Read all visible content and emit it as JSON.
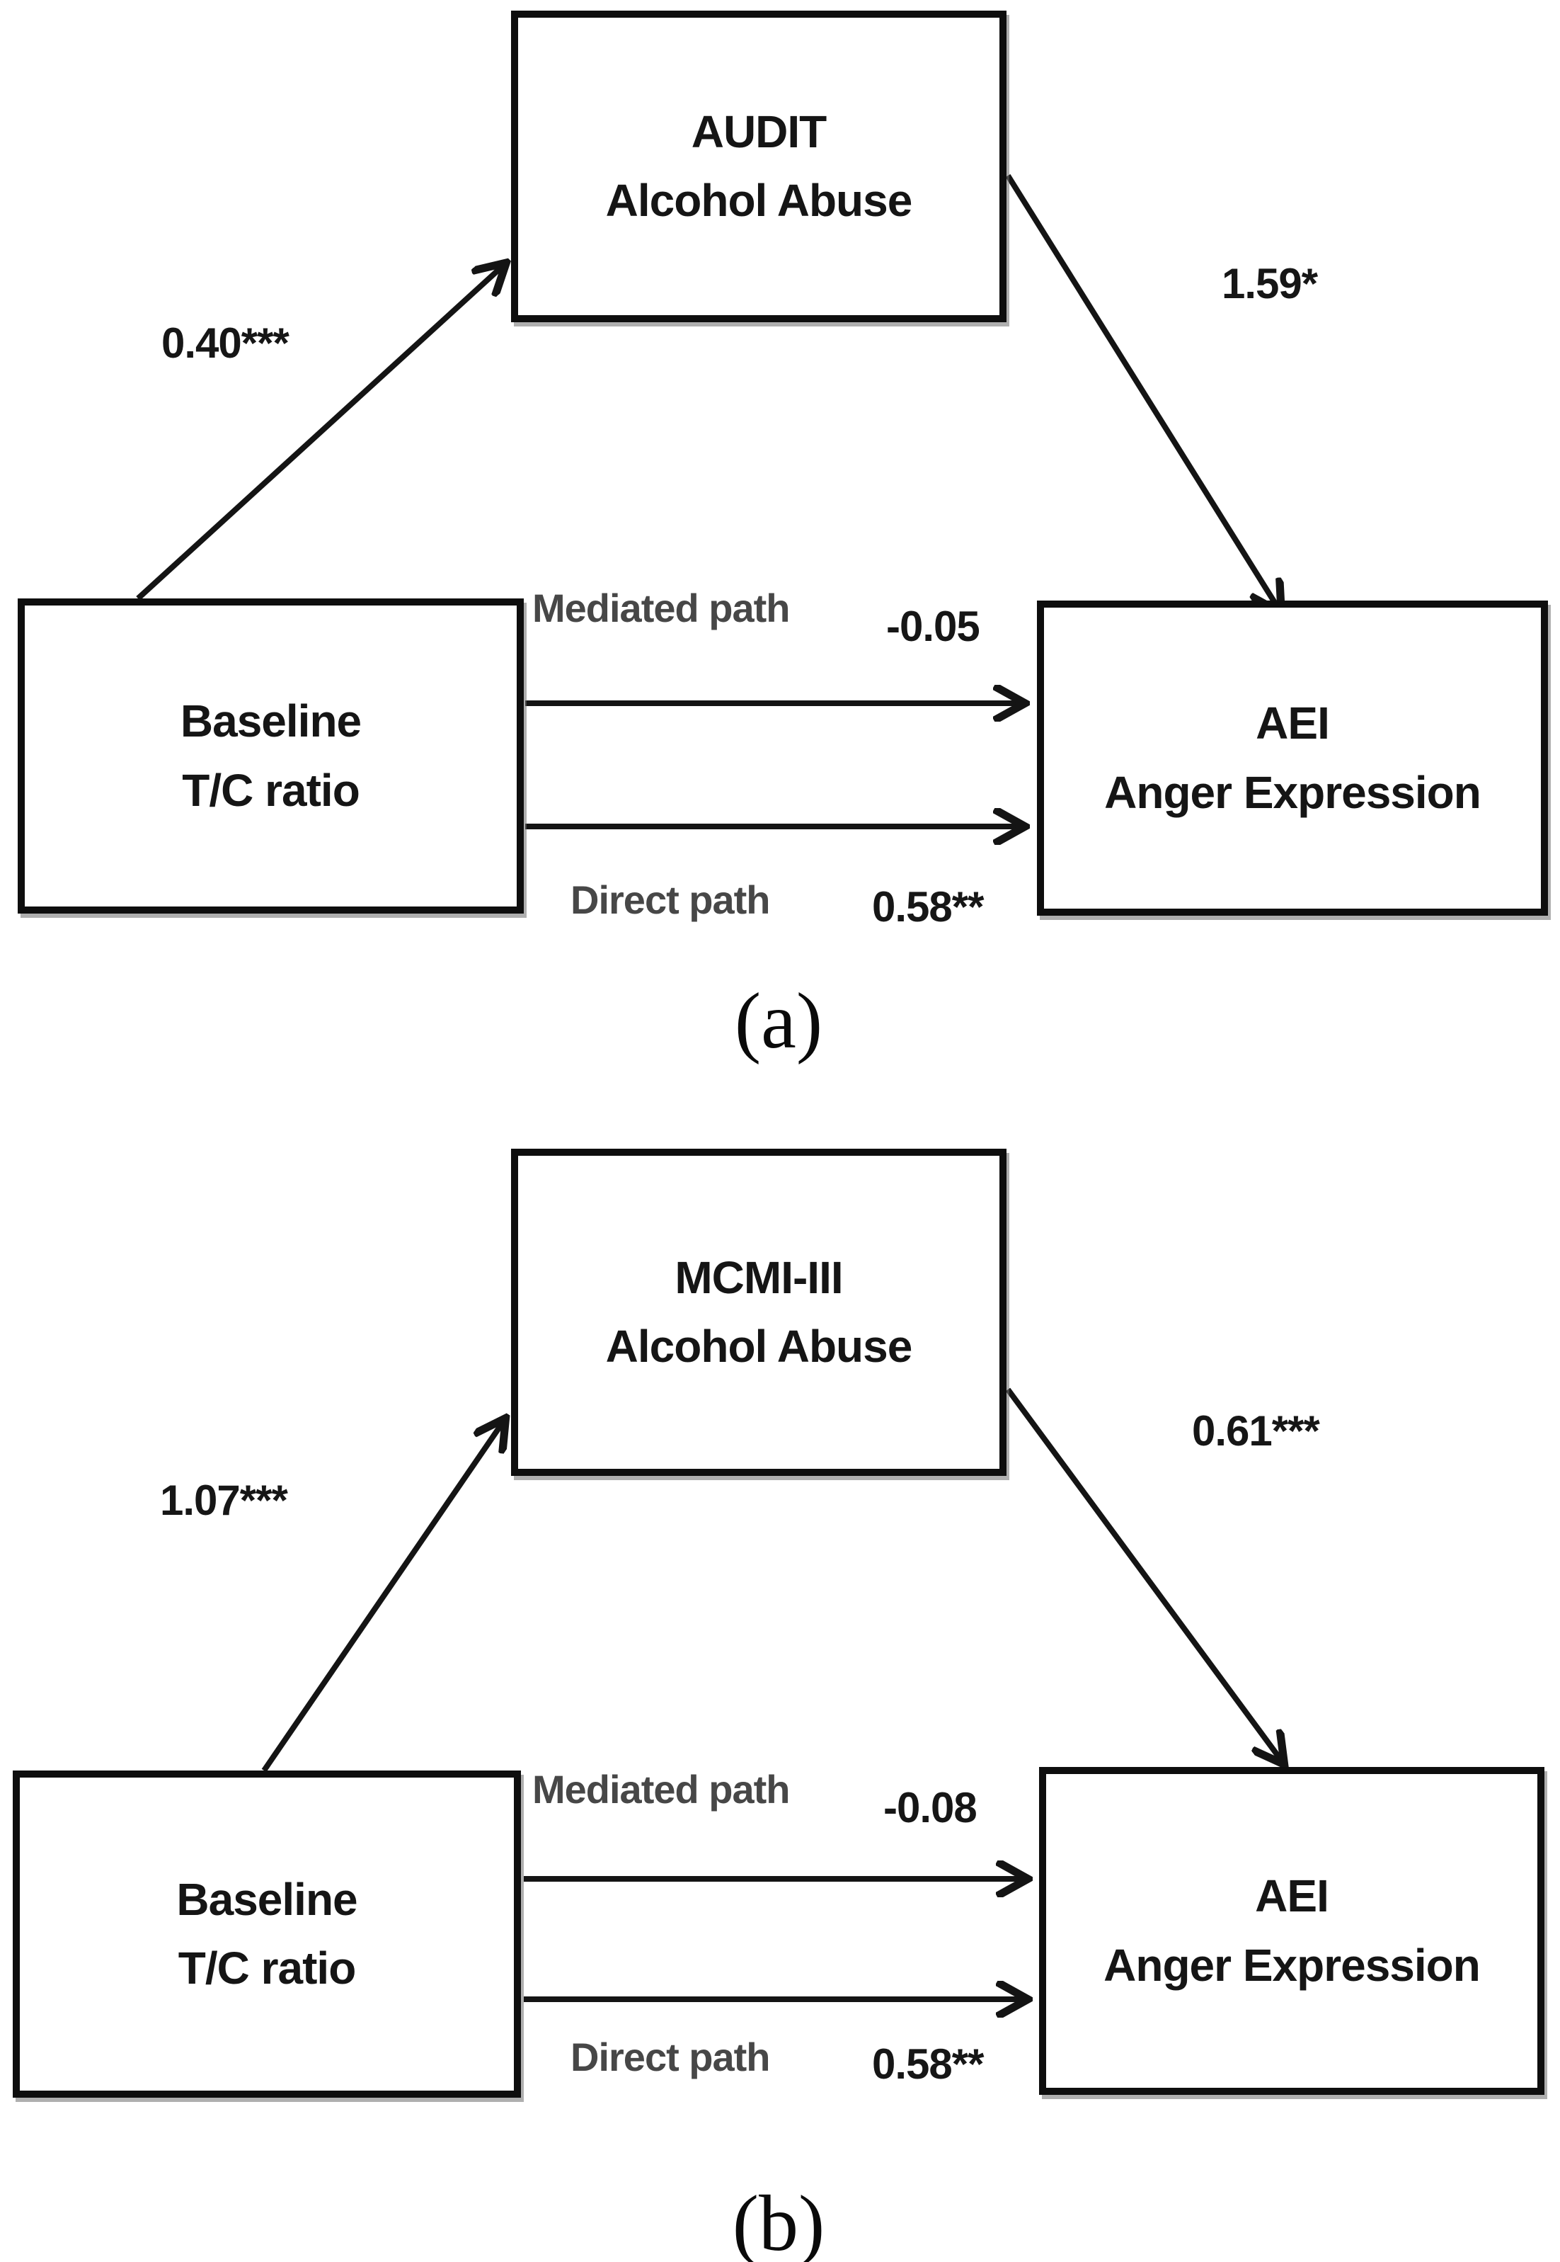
{
  "figure": {
    "panels": [
      {
        "caption": "(a)",
        "mediator": {
          "line1": "AUDIT",
          "line2": "Alcohol Abuse"
        },
        "predictor": {
          "line1": "Baseline",
          "line2": "T/C ratio"
        },
        "outcome": {
          "line1": "AEI",
          "line2": "Anger Expression"
        },
        "path_to_mediator_coef": "0.40***",
        "path_from_mediator_coef": "1.59*",
        "mediated_path_label": "Mediated path",
        "mediated_path_coef": "-0.05",
        "direct_path_label": "Direct path",
        "direct_path_coef": "0.58**"
      },
      {
        "caption": "(b)",
        "mediator": {
          "line1": "MCMI-III",
          "line2": "Alcohol Abuse"
        },
        "predictor": {
          "line1": "Baseline",
          "line2": "T/C ratio"
        },
        "outcome": {
          "line1": "AEI",
          "line2": "Anger Expression"
        },
        "path_to_mediator_coef": "1.07***",
        "path_from_mediator_coef": "0.61***",
        "mediated_path_label": "Mediated path",
        "mediated_path_coef": "-0.08",
        "direct_path_label": "Direct path",
        "direct_path_coef": "0.58**"
      }
    ],
    "colors": {
      "ink": "#141414",
      "muted_label": "#474747"
    }
  }
}
